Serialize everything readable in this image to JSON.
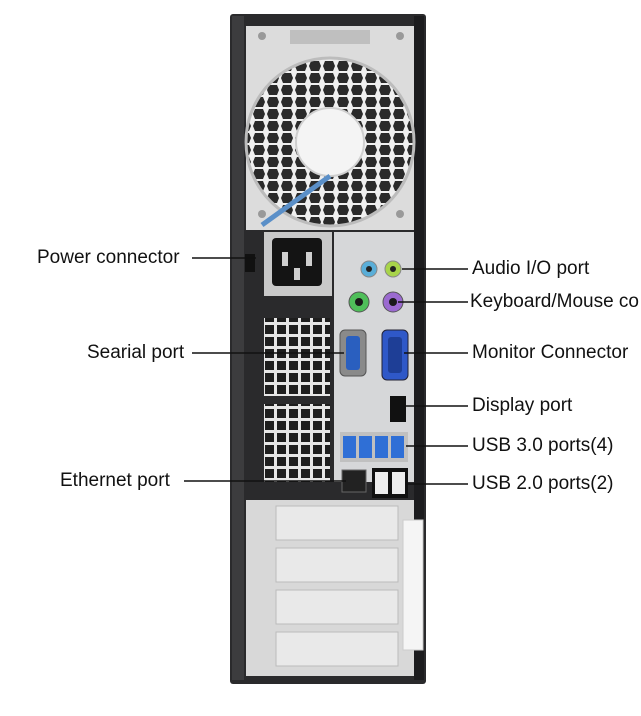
{
  "labels": {
    "power_connector": "Power connector",
    "serial_port": "Searial port",
    "ethernet_port": "Ethernet port",
    "audio_io_port": "Audio I/O port",
    "keyboard_mouse": "Keyboard/Mouse co",
    "monitor_connector": "Monitor Connector",
    "display_port": "Display port",
    "usb3_ports": "USB 3.0 ports(4)",
    "usb2_ports": "USB 2.0 ports(2)"
  },
  "colors": {
    "chassis": "#2a2a2c",
    "panel": "#d6d7d9",
    "vga_blue": "#2f58c8",
    "usb3_blue": "#2f6fd6",
    "audio_green": "#a8d44a",
    "ps2_green": "#4fbf5a",
    "ps2_purple": "#9b6ad0",
    "audio_blue": "#5aaed8"
  }
}
